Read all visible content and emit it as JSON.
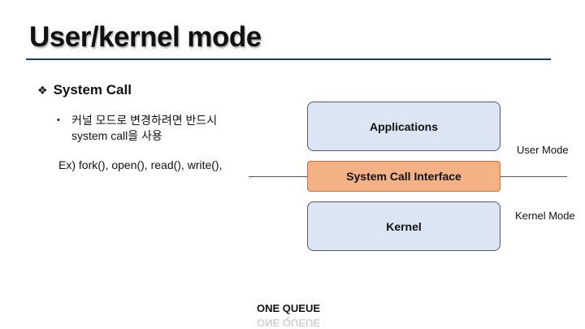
{
  "slide": {
    "title": "User/kernel mode",
    "heading": "System Call",
    "heading_bullet": "❖",
    "bullet_marker": "•",
    "bullet_line1": "커널 모드로 변경하려면 반드시",
    "bullet_line2": "system call을 사용",
    "example": "Ex) fork(), open(), read(), write(),"
  },
  "diagram": {
    "applications": "Applications",
    "system_call_interface": "System Call Interface",
    "kernel": "Kernel",
    "user_mode": "User Mode",
    "kernel_mode": "Kernel Mode"
  },
  "footer": {
    "text": "ONE QUEUE"
  }
}
